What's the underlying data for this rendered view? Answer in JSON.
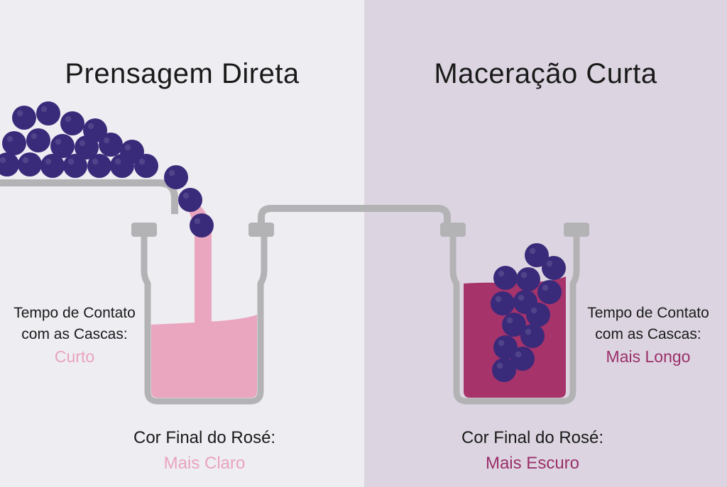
{
  "colors": {
    "background_left": "#eeedf2",
    "background_right": "#dcd5e1",
    "light_rose": "#eaa5bf",
    "dark_rose": "#a7336b",
    "grape": "#3a2a7a",
    "vessel_gray": "#b3b3b5",
    "text_dark": "#1a1a1a",
    "text_light_rose": "#e9a3c0",
    "text_dark_rose": "#9b2f6a"
  },
  "left": {
    "title": "Prensagem Direta",
    "contact_label_line1": "Tempo de Contato",
    "contact_label_line2": "com as Cascas:",
    "contact_value": "Curto",
    "result_label": "Cor Final do Rosé:",
    "result_value": "Mais Claro"
  },
  "right": {
    "title": "Maceração Curta",
    "contact_label_line1": "Tempo de Contato",
    "contact_label_line2": "com as Cascas:",
    "contact_value": "Mais Longo",
    "result_label": "Cor Final do Rosé:",
    "result_value": "Mais Escuro"
  },
  "icons": {
    "press": "grape-press-icon",
    "left_jar": "jar-light-rose-icon",
    "right_jar": "jar-dark-rose-icon",
    "connector": "connector-pipe-icon",
    "grapes": "grape-icon"
  }
}
